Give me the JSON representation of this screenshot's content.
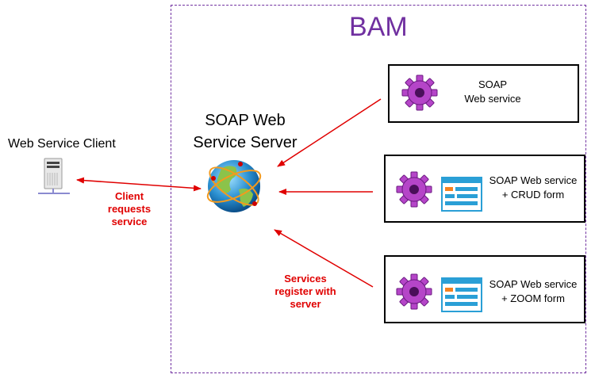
{
  "container": {
    "title": "BAM",
    "border_color": "#7030a0"
  },
  "client": {
    "label": "Web Service Client",
    "icon": "server-tower-icon"
  },
  "server": {
    "label_line1": "SOAP Web",
    "label_line2": "Service Server",
    "icon": "globe-network-icon"
  },
  "annotations": {
    "client_request": [
      "Client",
      "requests",
      "service"
    ],
    "services_register": [
      "Services",
      "register with",
      "server"
    ],
    "color": "#e00000"
  },
  "services": [
    {
      "line1": "SOAP",
      "line2": "Web service",
      "icons": [
        "gear-icon"
      ]
    },
    {
      "line1": "SOAP Web service",
      "line2": "+ CRUD form",
      "icons": [
        "gear-icon",
        "form-window-icon"
      ]
    },
    {
      "line1": "SOAP Web service",
      "line2": "+ ZOOM form",
      "icons": [
        "gear-icon",
        "form-window-icon"
      ]
    }
  ]
}
